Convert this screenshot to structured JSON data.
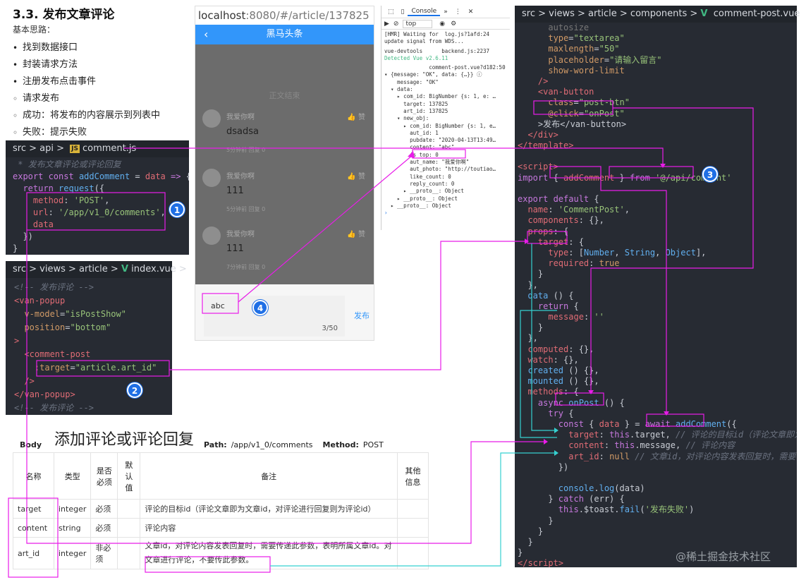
{
  "notes": {
    "heading": "3.3. 发布文章评论",
    "subtitle": "基本思路：",
    "items": [
      {
        "marker": "•",
        "text": "找到数据接口"
      },
      {
        "marker": "•",
        "text": "封装请求方法"
      },
      {
        "marker": "•",
        "text": "注册发布点击事件"
      },
      {
        "marker": "◦",
        "text": "请求发布"
      },
      {
        "marker": "◦",
        "text": "成功：将发布的内容展示到列表中"
      },
      {
        "marker": "◦",
        "text": "失败：提示失败"
      }
    ]
  },
  "comment_js": {
    "breadcrumb_dir": "src > api > ",
    "file_badge": "JS",
    "file_name": "comment.js"
  },
  "index_vue": {
    "breadcrumb_dir": "src > views > article > ",
    "vue_mark": "V",
    "file_name": "index.vue >"
  },
  "browser": {
    "url_host": "localhost",
    "url_path": ":8080/#/article/137825",
    "app_title": "黑马头条",
    "back_glyph": "‹",
    "body_tip": "正文结束",
    "comments": [
      {
        "name": "我爱你啊",
        "text": "dsadsa",
        "meta": "5分钟前    回复 0",
        "like": "👍 赞"
      },
      {
        "name": "我爱你啊",
        "text": "111",
        "meta": "5分钟前    回复 0",
        "like": "👍 赞"
      },
      {
        "name": "我爱你啊",
        "text": "111",
        "meta": "7分钟前    回复 0",
        "like": "👍 赞"
      }
    ],
    "post_value": "abc",
    "post_count": "3/50",
    "post_button": "发布"
  },
  "devtools": {
    "tab_console": "Console",
    "tab_more": "»",
    "context": "top",
    "lines": [
      "[HMR] Waiting for  log.js?1afd:24",
      "update signal from WDS...",
      "vue-devtools      backend.js:2237",
      "Detected Vue v2.6.11",
      "              comment-post.vue?d182:50",
      "▾ {message: \"OK\", data: {…}} ⓘ",
      "    message: \"OK\"",
      "  ▾ data:",
      "    ▸ com_id: BigNumber {s: 1, e: …",
      "      target: 137825",
      "      art_id: 137825",
      "    ▾ new_obj:",
      "      ▸ com_id: BigNumber {s: 1, e…",
      "        aut_id: 1",
      "        pubdate: \"2020-04-13T13:49…",
      "        content: \"abc\"",
      "        is_top: 0",
      "        aut_name: \"我爱你啊\"",
      "        aut_photo: \"http://toutiao…",
      "        like_count: 0",
      "        reply_count: 0",
      "      ▸ __proto__: Object",
      "    ▸ __proto__: Object",
      "  ▸ __proto__: Object",
      "›"
    ]
  },
  "right_editor": {
    "breadcrumb_dir": "src > views > article > components > ",
    "vue_mark": "V",
    "file_name": "comment-post.vue"
  },
  "doc": {
    "body_label": "Body",
    "title": "添加评论或评论回复",
    "path_label": "Path:",
    "path_value": "/app/v1_0/comments",
    "method_label": "Method:",
    "method_value": "POST",
    "headers": [
      "名称",
      "类型",
      "是否必须",
      "默认值",
      "备注",
      "其他信息"
    ],
    "rows": [
      {
        "name": "target",
        "type": "integer",
        "required": "必须",
        "default": "",
        "remark": "评论的目标id（评论文章即为文章id，对评论进行回复则为评论id）",
        "other": ""
      },
      {
        "name": "content",
        "type": "string",
        "required": "必须",
        "default": "",
        "remark": "评论内容",
        "other": ""
      },
      {
        "name": "art_id",
        "type": "integer",
        "required": "非必须",
        "default": "",
        "remark": "文章id，对评论内容发表回复时，需要传递此参数，表明所属文章id。对文章进行评论，不要传此参数。",
        "other": ""
      }
    ]
  },
  "badges": [
    "1",
    "2",
    "3",
    "4"
  ],
  "watermark": "@稀土掘金技术社区",
  "colors": {
    "annotation": "#e81ce8",
    "annotation_cyan": "#35d0d0",
    "badge": "#1f6fe5",
    "app_bar": "#3296fa",
    "editor_bg": "#272b33"
  }
}
